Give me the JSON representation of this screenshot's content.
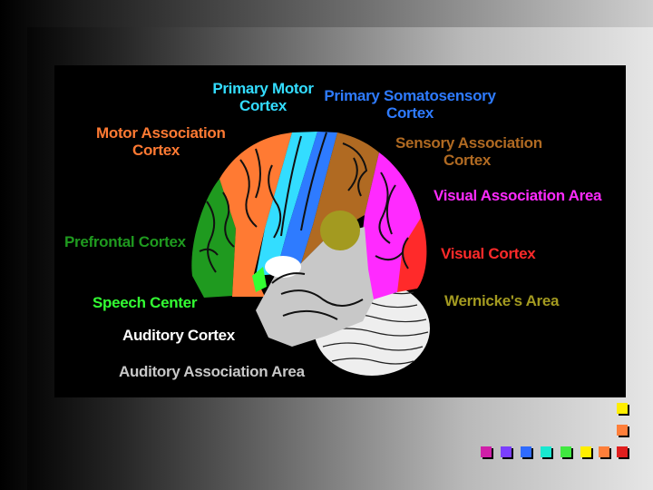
{
  "labels": {
    "primary_motor": [
      "Primary Motor",
      "Cortex"
    ],
    "primary_somatosensory": [
      "Primary Somatosensory",
      "Cortex"
    ],
    "motor_association": [
      "Motor Association",
      "Cortex"
    ],
    "sensory_association": [
      "Sensory Association",
      "Cortex"
    ],
    "visual_association": "Visual Association Area",
    "prefrontal": "Prefrontal Cortex",
    "visual": "Visual Cortex",
    "speech": "Speech Center",
    "wernicke": "Wernicke's Area",
    "auditory": "Auditory Cortex",
    "auditory_association": "Auditory Association Area"
  },
  "colors": {
    "primary_motor": "#33ddff",
    "primary_somatosensory": "#2e7bff",
    "motor_association": "#ff7a33",
    "sensory_association": "#b06a22",
    "visual_association": "#ff2aff",
    "prefrontal": "#1f9a1f",
    "visual": "#ff2a2a",
    "speech": "#33ff33",
    "wernicke": "#a39a20",
    "auditory": "#ffffff",
    "auditory_association": "#c8c8c8"
  },
  "decor_squares": [
    "#d01fa8",
    "#7b3fff",
    "#2f6bff",
    "#19e8d0",
    "#40e840",
    "#ffee00",
    "#ff7f3a",
    "#e01e1e"
  ]
}
